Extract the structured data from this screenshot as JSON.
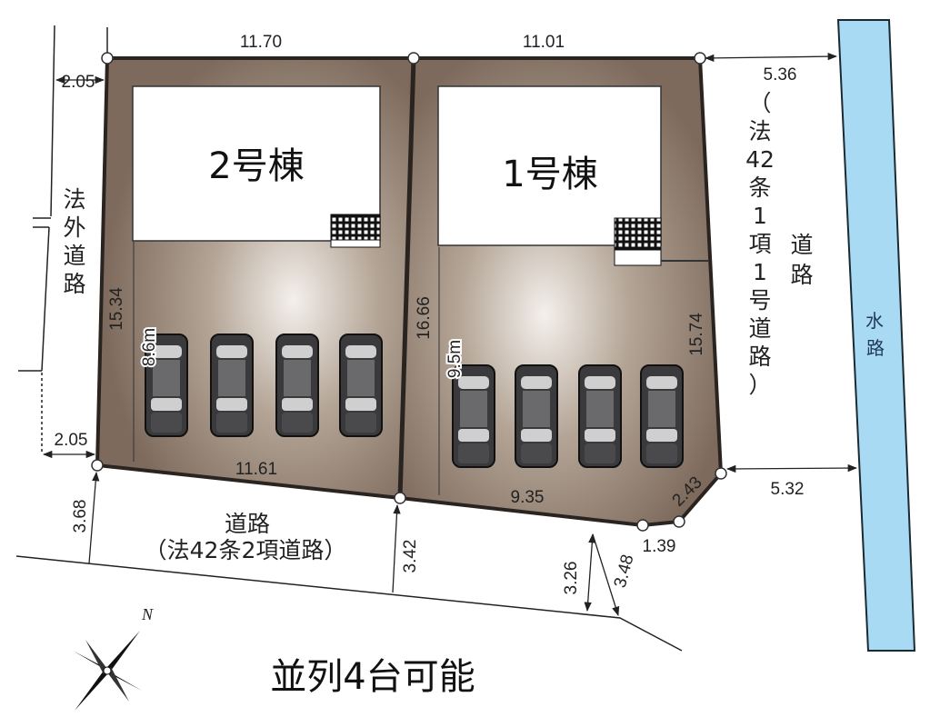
{
  "lots": [
    {
      "name": "2号棟",
      "parking_depth": "8.6m",
      "cars": 4
    },
    {
      "name": "1号棟",
      "parking_depth": "9.5m",
      "cars": 4
    }
  ],
  "dimensions": {
    "top_lot2": "11.70",
    "top_lot1": "11.01",
    "left_top_offset": "2.05",
    "left_bottom_offset": "2.05",
    "lot2_left": "15.34",
    "lot_divider": "16.66",
    "lot1_right": "15.74",
    "lot2_bottom": "11.61",
    "lot1_bottom": "9.35",
    "corner_cut": "2.43",
    "corner_bottom": "1.39",
    "right_top_offset": "5.36",
    "right_bottom_offset": "5.32",
    "road_width_left": "3.68",
    "road_width_mid": "3.42",
    "road_width_right_a": "3.26",
    "road_width_right_b": "3.48"
  },
  "labels": {
    "left_road": [
      "法",
      "外",
      "道",
      "路"
    ],
    "right_road_col1": [
      "（",
      "法",
      "42",
      "条",
      "1",
      "項",
      "1",
      "号",
      "道",
      "路",
      "）"
    ],
    "right_road_col2": [
      "道",
      "路"
    ],
    "south_road_line1": "道路",
    "south_road_line2": "（法42条2項道路）",
    "waterway": [
      "水",
      "路"
    ],
    "compass_north": "N",
    "caption": "並列4台可能"
  },
  "colors": {
    "lot": "#7d6a5c",
    "water": "#a9daf3"
  }
}
